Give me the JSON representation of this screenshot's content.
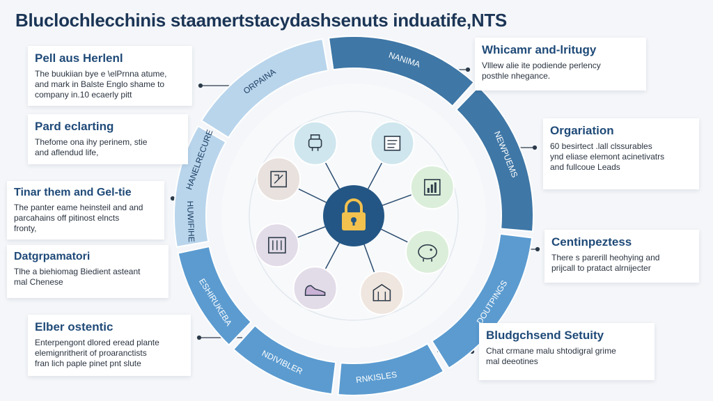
{
  "title": "Bluclochlecchinis staamertstacydashsenuts induatife,NTS",
  "colors": {
    "ring_dark": "#3f77a6",
    "ring_mid": "#5b9bd0",
    "ring_light": "#b9d5ec",
    "hub": "#235684",
    "lock": "#f2c14e",
    "card_title": "#1f4a78"
  },
  "ring": {
    "segments": [
      {
        "label": "ORPAINA"
      },
      {
        "label": "NANIMA"
      },
      {
        "label": "NEWPUEMS"
      },
      {
        "label": "DOUTPINGS"
      },
      {
        "label": "RNKISLES"
      },
      {
        "label": "NDIVIBLER"
      },
      {
        "label": "ESHIRUKEBA"
      },
      {
        "label": "HUWIFIHE"
      },
      {
        "label": "HANELRECURE"
      }
    ]
  },
  "hub": {
    "icon": "padlock-icon"
  },
  "nodes": [
    {
      "icon": "bulldozer-icon"
    },
    {
      "icon": "document-icon"
    },
    {
      "icon": "chart-icon"
    },
    {
      "icon": "piggy-bank-icon"
    },
    {
      "icon": "building-icon"
    },
    {
      "icon": "shoe-icon"
    },
    {
      "icon": "vault-icon"
    },
    {
      "icon": "blueprint-icon"
    }
  ],
  "cards": [
    {
      "title": "Pell aus Herlenl",
      "lines": [
        "The buukiian bye  e  \\elPrnna atume,",
        "and mark in Balste Englo shame to",
        "company in.10 ecaerly pitt"
      ]
    },
    {
      "title": "Pard eclarting",
      "lines": [
        "Thefome ona ihy perinem,  stie",
        "and aflendud life,"
      ]
    },
    {
      "title": "Tinar them and Gel-tie",
      "lines": [
        "The panter eame heinsteil and and",
        "parcahains off pitinost elncts",
        "fronty,"
      ]
    },
    {
      "title": "Datgrpamatori",
      "lines": [
        "Tlhe  a biehiomag Biedient asteant",
        "mal Chenese"
      ]
    },
    {
      "title": "Elber ostentic",
      "lines": [
        "Enterpengont dlored eread plante",
        "elemignritherit of proaranctists",
        "fran lich paple pinet pnt slute"
      ]
    },
    {
      "title": "Whicamr and-lritugy",
      "lines": [
        "Vlllew alie ite podiende perlency",
        "posthle nhegance."
      ]
    },
    {
      "title": "Orgariation",
      "lines": [
        "60 besirtect .lall  clssurables",
        "ynd eliase elemont  acinetivatrs",
        "and fullcoue Leads"
      ]
    },
    {
      "title": "Centinpeztess",
      "lines": [
        "There s parerill heohying and",
        "prijcall to pratact alrnijecter"
      ]
    },
    {
      "title": "Bludgchsend Setuity",
      "lines": [
        "Chat crmane malu shtodigral grime",
        "mal deeotines"
      ]
    }
  ]
}
